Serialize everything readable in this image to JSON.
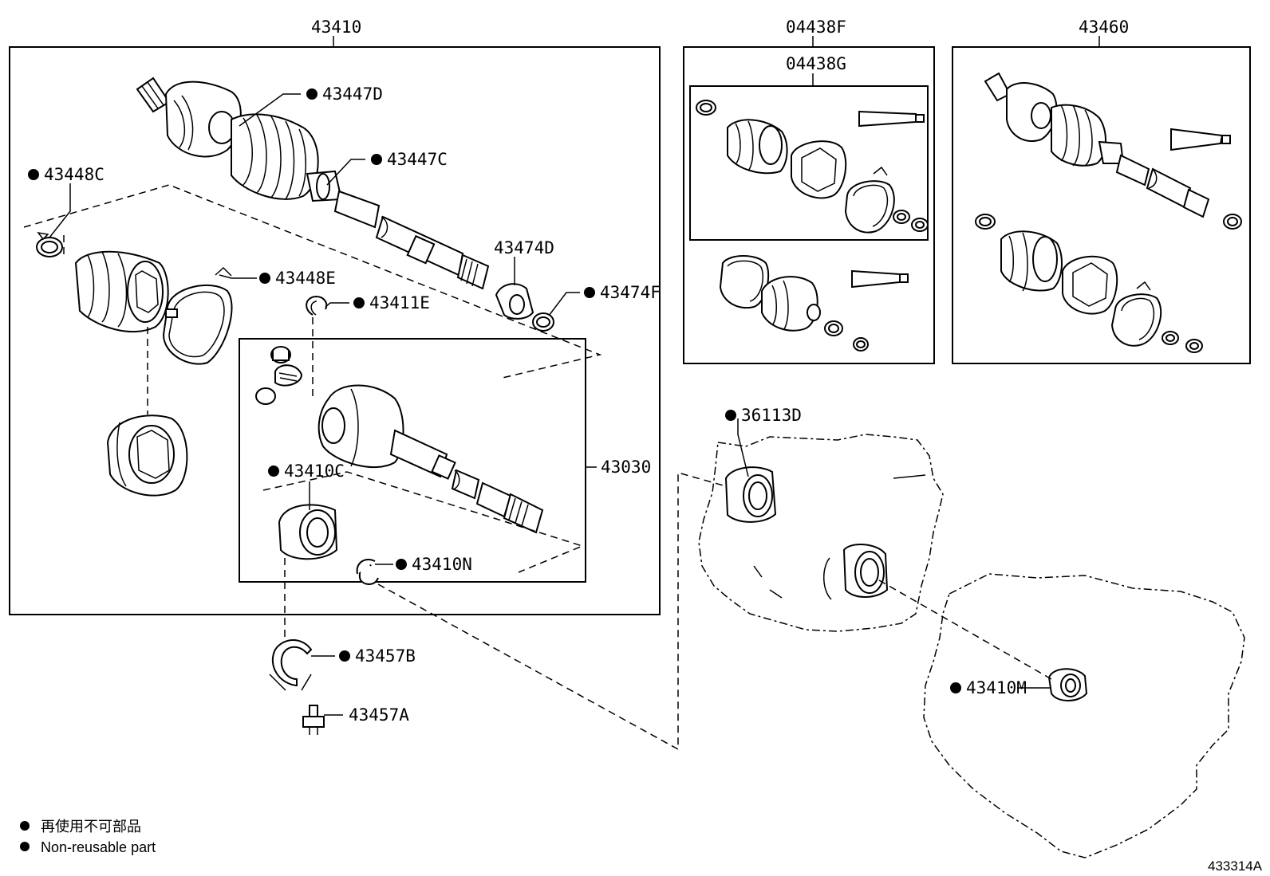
{
  "groups": {
    "g43410": "43410",
    "g04438F": "04438F",
    "g04438G": "04438G",
    "g43460": "43460",
    "g43030": "43030"
  },
  "parts": {
    "p43447D": "43447D",
    "p43447C": "43447C",
    "p43448C": "43448C",
    "p43448E": "43448E",
    "p43411E": "43411E",
    "p43474D": "43474D",
    "p43474F": "43474F",
    "p43410C": "43410C",
    "p43410N": "43410N",
    "p43457B": "43457B",
    "p43457A": "43457A",
    "p36113D": "36113D",
    "p43410M": "43410M"
  },
  "legend": {
    "jp": "再使用不可部品",
    "en": "Non-reusable part"
  },
  "diagram_code": "433314A",
  "colors": {
    "ink": "#000000",
    "paper": "#ffffff"
  }
}
